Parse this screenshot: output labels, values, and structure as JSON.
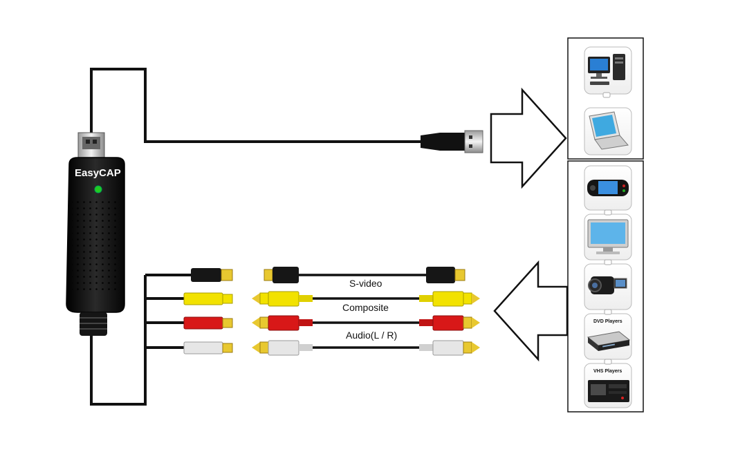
{
  "device": {
    "brand": "EasyCAP"
  },
  "cables": {
    "svideo_label": "S-video",
    "composite_label": "Composite",
    "audio_label": "Audio(L / R)"
  },
  "devices": {
    "computers": [
      {
        "icon": "desktop-computer-icon"
      },
      {
        "icon": "laptop-icon"
      }
    ],
    "sources": [
      {
        "icon": "handheld-game-console-icon"
      },
      {
        "icon": "tv-monitor-icon"
      },
      {
        "icon": "camcorder-icon"
      },
      {
        "icon": "dvd-player-icon",
        "label": "DVD Players"
      },
      {
        "icon": "vhs-player-icon",
        "label": "VHS Players"
      }
    ]
  },
  "colors": {
    "cable": "#111111",
    "device_body": "#1a1a1a",
    "led": "#22cc22",
    "svideo_connector": "#161616",
    "composite_connector": "#f2e200",
    "audio_red": "#d81818",
    "audio_white": "#e6e6e6",
    "plug_gold": "#e8c830"
  }
}
